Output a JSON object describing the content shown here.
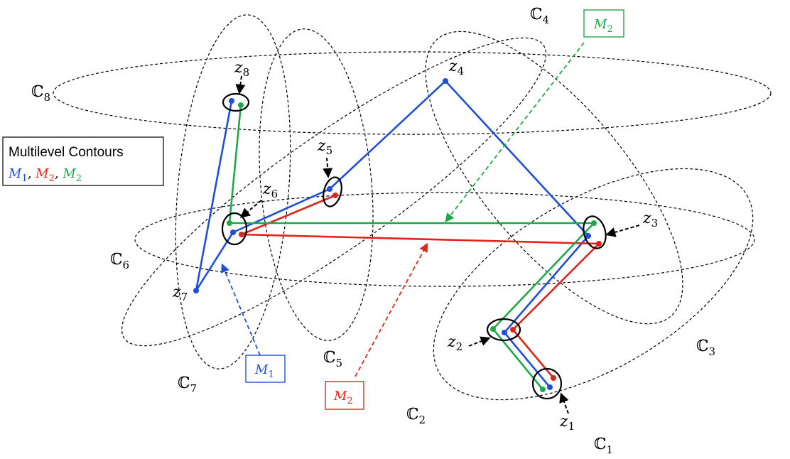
{
  "legend": {
    "title": "Multilevel Contours",
    "items": [
      {
        "base": "M",
        "sub": "1",
        "color": "#1f4fd8"
      },
      {
        "base": "M",
        "sub": "2",
        "color": "#e0241b"
      },
      {
        "base": "M",
        "sub": "2",
        "color": "#1fa84a"
      }
    ],
    "separator": ", "
  },
  "contour_sets": [
    {
      "base": "ℂ",
      "sub": "1"
    },
    {
      "base": "ℂ",
      "sub": "2"
    },
    {
      "base": "ℂ",
      "sub": "3"
    },
    {
      "base": "ℂ",
      "sub": "4"
    },
    {
      "base": "ℂ",
      "sub": "5"
    },
    {
      "base": "ℂ",
      "sub": "6"
    },
    {
      "base": "ℂ",
      "sub": "7"
    },
    {
      "base": "ℂ",
      "sub": "8"
    }
  ],
  "points": [
    {
      "base": "z",
      "sub": "1"
    },
    {
      "base": "z",
      "sub": "2"
    },
    {
      "base": "z",
      "sub": "3"
    },
    {
      "base": "z",
      "sub": "4"
    },
    {
      "base": "z",
      "sub": "5"
    },
    {
      "base": "z",
      "sub": "6"
    },
    {
      "base": "z",
      "sub": "7"
    },
    {
      "base": "z",
      "sub": "8"
    }
  ],
  "callouts": [
    {
      "base": "M",
      "sub": "2",
      "color": "#1fa84a"
    },
    {
      "base": "M",
      "sub": "1",
      "color": "#1f4fd8"
    },
    {
      "base": "M",
      "sub": "2",
      "color": "#e0241b"
    }
  ],
  "colors": {
    "m1": "#1f4fd8",
    "m2_red": "#e0241b",
    "m2_green": "#1fa84a",
    "dashed": "#000000"
  }
}
